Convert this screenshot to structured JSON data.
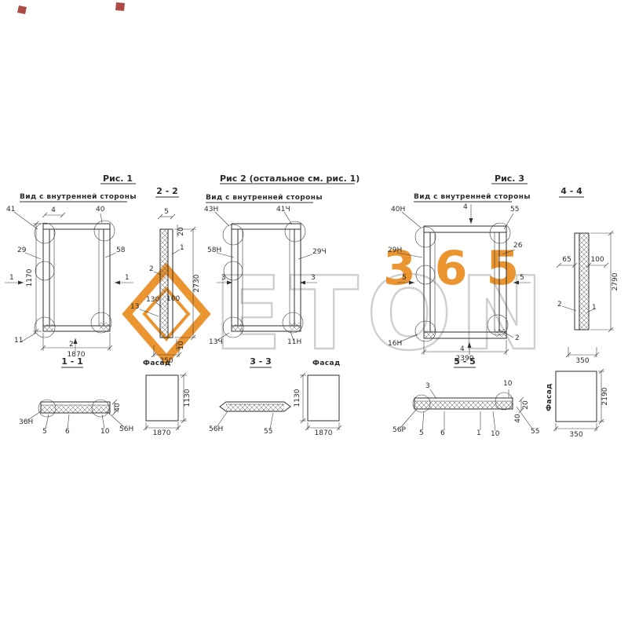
{
  "watermark": {
    "brand": "ETON",
    "number": "365",
    "accent_color": "#e8830d",
    "gray_color": "#a9a9a9"
  },
  "fig1": {
    "title": "Рис. 1",
    "subtitle": "Вид с внутренней стороны",
    "section_label": "2 - 2",
    "front": {
      "c41": "41",
      "c4": "4",
      "c40": "40",
      "c29": "29",
      "c58": "58",
      "m1l": "1",
      "m1r": "1",
      "dim_v": "1170",
      "m2b": "2",
      "c11": "11",
      "c13": "13",
      "dim_h": "1870"
    },
    "section": {
      "d5": "5",
      "d20": "20",
      "c1": "1",
      "c2": "2",
      "dim_v": "2730",
      "d130": "130",
      "d100": "100",
      "d10": "10",
      "d350": "350"
    },
    "plan": {
      "title": "1 - 1",
      "c36": "36Н",
      "d5": "5",
      "d6": "6",
      "d10": "10",
      "c56": "56Н",
      "d40": "40"
    },
    "facade": {
      "label": "Фасад",
      "dim_w": "1870",
      "dim_h": "1130"
    }
  },
  "fig2": {
    "title": "Рис 2 (остальное см. рис. 1)",
    "subtitle": "Вид с внутренней стороны",
    "front": {
      "c43": "43Н",
      "c41": "41Ч",
      "c58": "58Н",
      "c29": "29Ч",
      "m3l": "3",
      "m3r": "3",
      "c13": "13Ч",
      "c11": "11Н"
    },
    "plan": {
      "title": "3 - 3",
      "c56": "56Н",
      "c55": "55"
    },
    "facade": {
      "label": "Фасад",
      "dim_w": "1870",
      "dim_h": "1130"
    }
  },
  "fig3": {
    "title": "Рис. 3",
    "subtitle": "Вид с внутренней стороны",
    "section_label": "4 - 4",
    "front": {
      "c40": "40Н",
      "m4t": "4",
      "c55": "55",
      "c26": "26",
      "c29": "29Н",
      "m5l": "5",
      "m5r": "5",
      "c2": "2",
      "c16": "16Н",
      "m4b": "4",
      "dim_h": "2390"
    },
    "section": {
      "d65": "65",
      "d100": "100",
      "dim_v": "2790",
      "c2": "2",
      "c1": "1",
      "d350": "350"
    },
    "plan": {
      "title": "5 - 5",
      "c3": "3",
      "d10a": "10",
      "d20": "20",
      "c56": "56Р",
      "d5": "5",
      "d6": "6",
      "c1": "1",
      "d10b": "10",
      "c55": "55",
      "d40": "40"
    },
    "facade": {
      "label": "Фасад",
      "dim_w": "350",
      "dim_h": "2190"
    }
  }
}
